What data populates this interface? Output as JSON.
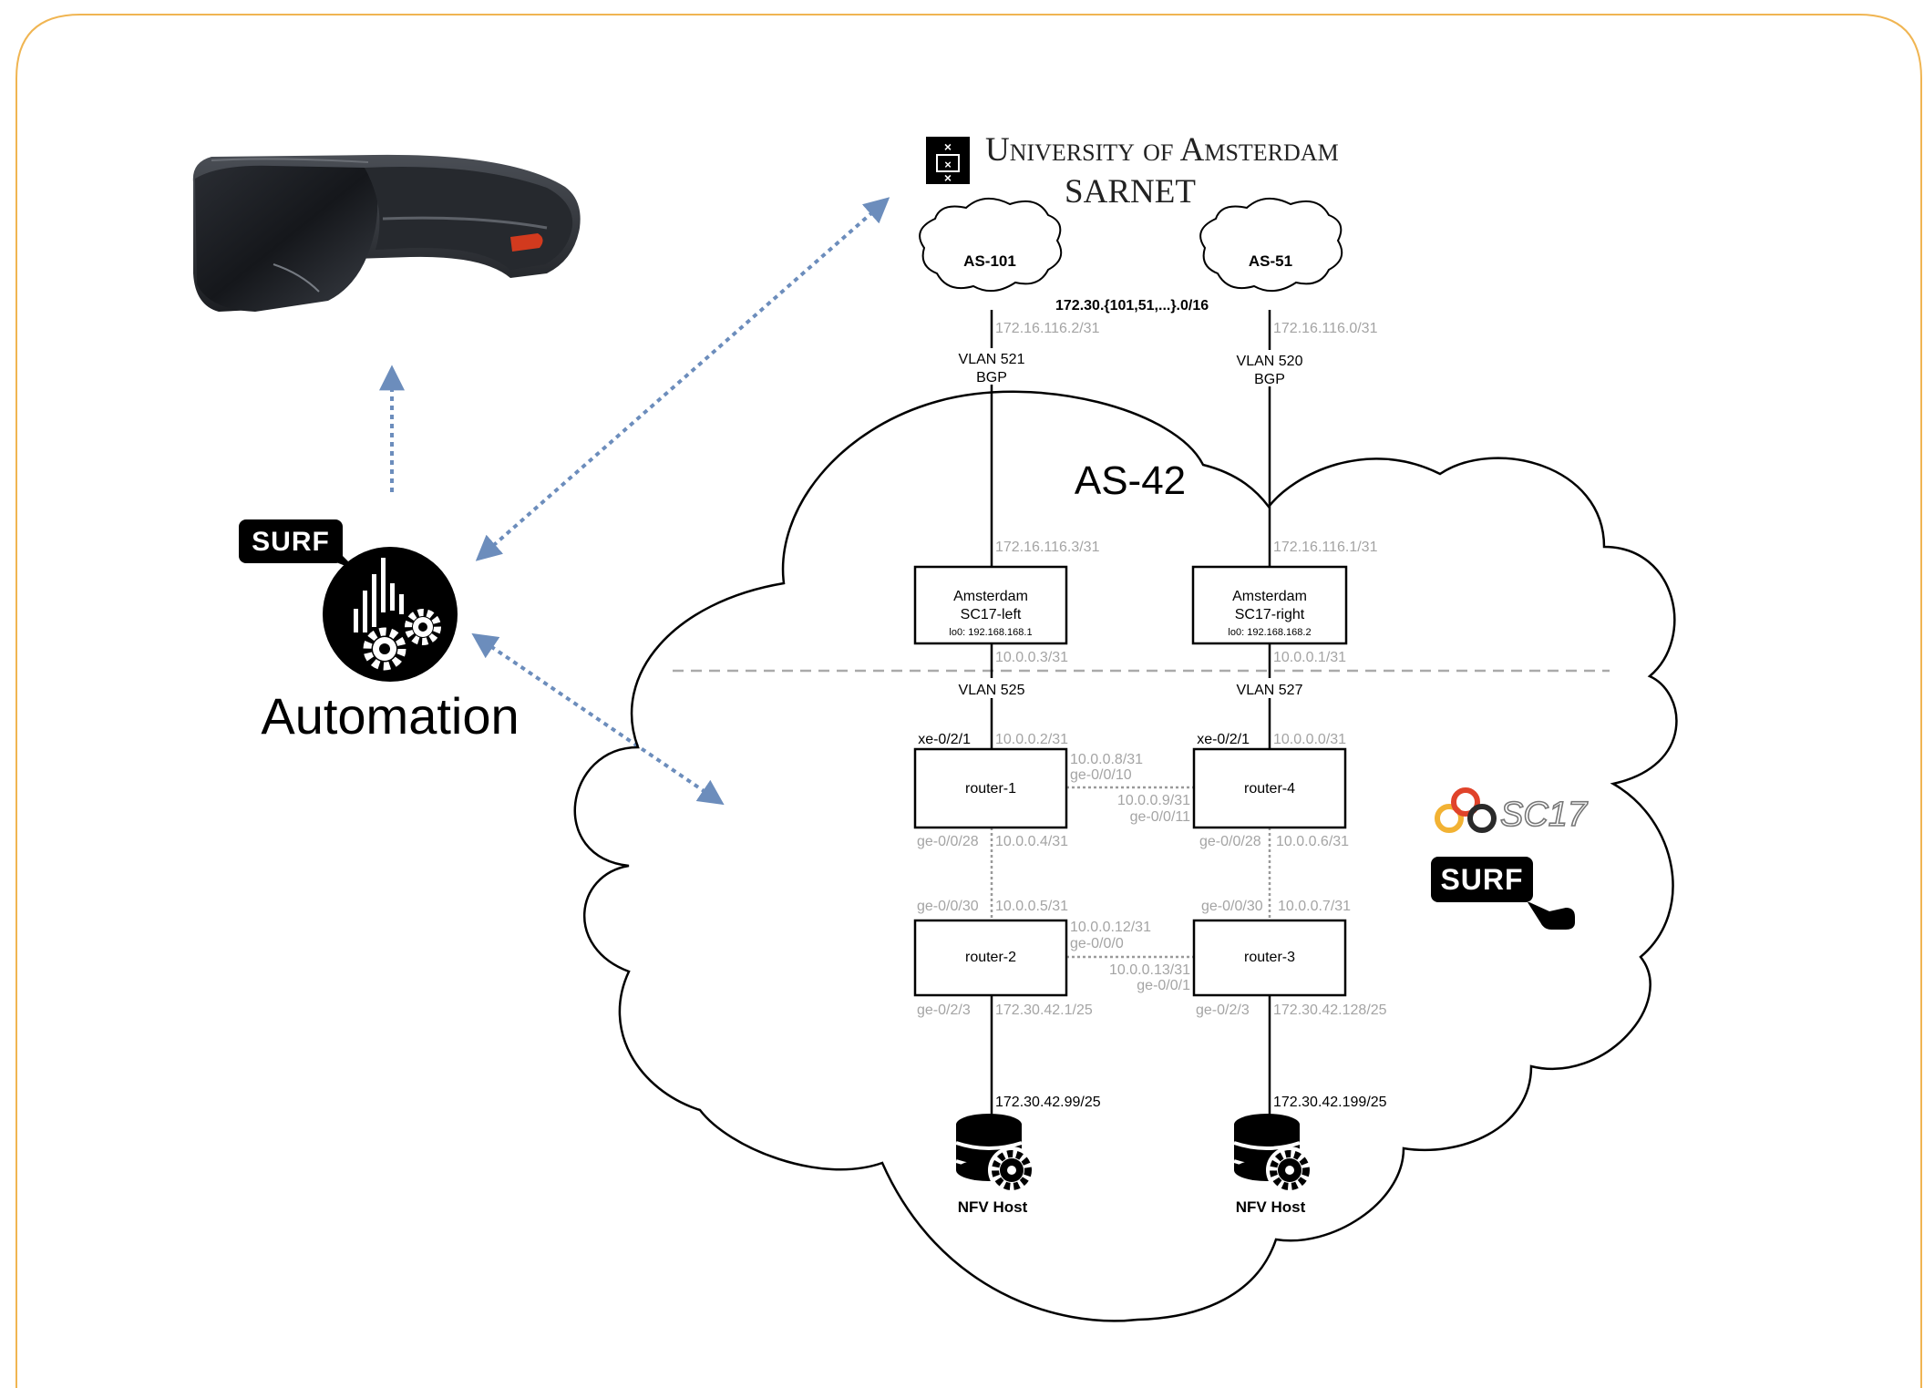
{
  "colors": {
    "frame": "#f0b552",
    "arrow": "#6c8dbc",
    "link_dotted": "#9a9a9a",
    "address_text": "#a4a4a4",
    "sc17_red": "#e0432a",
    "sc17_yellow": "#f2b233",
    "headset_accent": "#d23a1e"
  },
  "header": {
    "university": "University of Amsterdam",
    "project": "SARNET"
  },
  "automation": {
    "badge": "SURF",
    "label": "Automation",
    "icon": "automation-gears-icon"
  },
  "headset": {
    "icon": "hololens-headset"
  },
  "external": {
    "as_left": "AS-101",
    "as_right": "AS-51",
    "prefix": "172.30.{101,51,...}.0/16",
    "left_peer_ip": "172.16.116.2/31",
    "right_peer_ip": "172.16.116.0/31",
    "left_vlan": "VLAN 521",
    "left_proto": "BGP",
    "right_vlan": "VLAN 520",
    "right_proto": "BGP"
  },
  "as42": {
    "label": "AS-42",
    "left_edge_ip": "172.16.116.3/31",
    "right_edge_ip": "172.16.116.1/31"
  },
  "edge_switches": [
    {
      "line1": "Amsterdam",
      "line2": "SC17-left",
      "loopback": "lo0: 192.168.168.1"
    },
    {
      "line1": "Amsterdam",
      "line2": "SC17-right",
      "loopback": "lo0: 192.168.168.2"
    }
  ],
  "uplinks": {
    "left_top_ip": "10.0.0.3/31",
    "left_vlan": "VLAN 525",
    "left_port": "xe-0/2/1",
    "left_bottom_ip": "10.0.0.2/31",
    "right_top_ip": "10.0.0.1/31",
    "right_vlan": "VLAN 527",
    "right_port": "xe-0/2/1",
    "right_bottom_ip": "10.0.0.0/31"
  },
  "routers": {
    "r1": "router-1",
    "r2": "router-2",
    "r3": "router-3",
    "r4": "router-4"
  },
  "links": {
    "r1_r4_ip_a": "10.0.0.8/31",
    "r1_r4_port_a": "ge-0/0/10",
    "r1_r4_ip_b": "10.0.0.9/31",
    "r1_r4_port_b": "ge-0/0/11",
    "r1_down_port": "ge-0/0/28",
    "r1_down_ip": "10.0.0.4/31",
    "r2_up_port": "ge-0/0/30",
    "r2_up_ip": "10.0.0.5/31",
    "r4_down_port": "ge-0/0/28",
    "r4_down_ip": "10.0.0.6/31",
    "r3_up_port": "ge-0/0/30",
    "r3_up_ip": "10.0.0.7/31",
    "r2_r3_ip_a": "10.0.0.12/31",
    "r2_r3_port_a": "ge-0/0/0",
    "r2_r3_ip_b": "10.0.0.13/31",
    "r2_r3_port_b": "ge-0/0/1",
    "r2_host_port": "ge-0/2/3",
    "r2_host_ip": "172.30.42.1/25",
    "r3_host_port": "ge-0/2/3",
    "r3_host_ip": "172.30.42.128/25"
  },
  "hosts": [
    {
      "ip": "172.30.42.99/25",
      "label": "NFV Host",
      "icon": "nfv-host-database-gear-icon"
    },
    {
      "ip": "172.30.42.199/25",
      "label": "NFV Host",
      "icon": "nfv-host-database-gear-icon"
    }
  ],
  "logos": {
    "sc17": "SC17",
    "surf": "SURF"
  }
}
